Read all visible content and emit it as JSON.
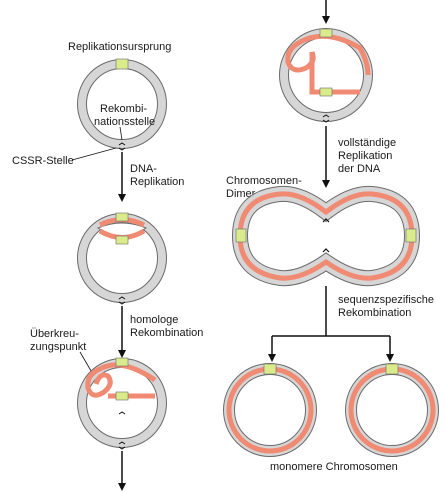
{
  "labels": {
    "replication_origin": "Replikationsursprung",
    "recomb_site_line1": "Rekombi-",
    "recomb_site_line2": "nationsstelle",
    "cssr_site": "CSSR-Stelle",
    "dna_line1": "DNA-",
    "dna_line2": "Replikation",
    "homologous_line1": "homologe",
    "homologous_line2": "Rekombination",
    "crossover_line1": "Überkreu-",
    "crossover_line2": "zungspunkt",
    "complete_line1": "vollständige",
    "complete_line2": "Replikation",
    "complete_line3": "der DNA",
    "dimer_line1": "Chromosomen-",
    "dimer_line2": "Dimer",
    "site_specific_line1": "sequenzspezifische",
    "site_specific_line2": "Rekombination",
    "monomers": "monomere Chromosomen"
  },
  "colors": {
    "ring_gray": "#d6d6d6",
    "ring_outline": "#6b6b6b",
    "new_strand": "#f08a72",
    "origin_band": "#d9eb8a",
    "arrow": "#111111"
  }
}
